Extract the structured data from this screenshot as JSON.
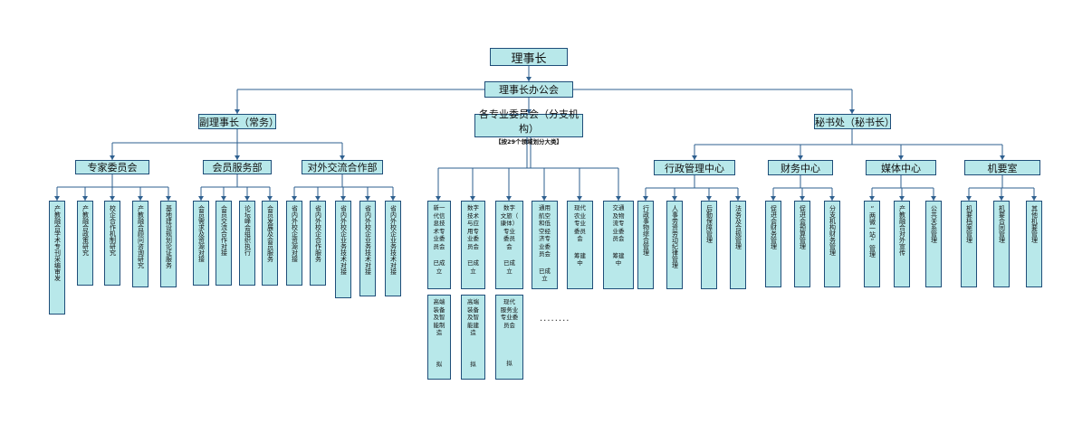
{
  "top": "理事长",
  "office": "理事长办公会",
  "branches": {
    "vice": "副理事长（常务）",
    "committees": "各专业委员会（分支机构）",
    "committees_note": "【按29个领域划分大类】",
    "secretary": "秘书处（秘书长）"
  },
  "vice_groups": [
    {
      "label": "专家委员会",
      "children": [
        "产教融合学术专刊采编审发",
        "产教融合政策研究",
        "校企合作机制研究",
        "产教融合顾问咨询研究",
        "基地建设规划论证服务"
      ]
    },
    {
      "label": "会员服务部",
      "children": [
        "会员需求及资源对接",
        "会员交流合作对接",
        "论坛峰会组织执行",
        "会员发展及会员服务"
      ]
    },
    {
      "label": "对外交流合作部",
      "children": [
        "省内外校企资源对接",
        "省内外校企合作服务",
        "省内外校企业务技术对接",
        "省内外校企业务技术对接",
        "省内外校企业务技术对接"
      ]
    }
  ],
  "committee_row1": [
    {
      "lines": [
        "新一",
        "代信",
        "息技",
        "术专",
        "业委",
        "员会"
      ],
      "status": [
        "已成",
        "立"
      ]
    },
    {
      "lines": [
        "数字",
        "技术",
        "与应",
        "用专",
        "业委",
        "员会"
      ],
      "status": [
        "已成",
        "立"
      ]
    },
    {
      "lines": [
        "数字",
        "文旅（",
        "康体）",
        "专业",
        "委员",
        "会"
      ],
      "status": [
        "已成",
        "立"
      ]
    },
    {
      "lines": [
        "通用",
        "航空",
        "和低",
        "空经",
        "济专",
        "业委",
        "员会"
      ],
      "status": [
        "已成",
        "立"
      ]
    },
    {
      "lines": [
        "现代",
        "农业",
        "专业",
        "委员",
        "会"
      ],
      "status": [
        "筹建",
        "中"
      ]
    },
    {
      "lines": [
        "交通",
        "及物",
        "流专",
        "业委",
        "员会"
      ],
      "status": [
        "筹建",
        "中"
      ]
    }
  ],
  "committee_row2": [
    {
      "lines": [
        "高端",
        "装备",
        "及智",
        "能制",
        "造"
      ],
      "status": [
        "拟"
      ]
    },
    {
      "lines": [
        "高端",
        "装备",
        "及智",
        "能建",
        "造"
      ],
      "status": [
        "拟"
      ]
    },
    {
      "lines": [
        "现代",
        "服务业",
        "专业委",
        "员会"
      ],
      "status": [
        "拟"
      ]
    }
  ],
  "ellipsis": "........",
  "secretary_groups": [
    {
      "label": "行政管理中心",
      "children": [
        "行政事物综合管理",
        "人事劳资劳动纪律管理",
        "后勤保障管理",
        "法务及合规管理"
      ]
    },
    {
      "label": "财务中心",
      "children": [
        "促进会财务管理",
        "促进会预算管理",
        "分支机构财务管理"
      ]
    },
    {
      "label": "媒体中心",
      "children": [
        "“两微一站”管理",
        "产教融合对外宣传",
        "公共关系管理"
      ]
    },
    {
      "label": "机要室",
      "children": [
        "机要档案管理",
        "机要合同管理",
        "其他机要管理"
      ]
    }
  ]
}
